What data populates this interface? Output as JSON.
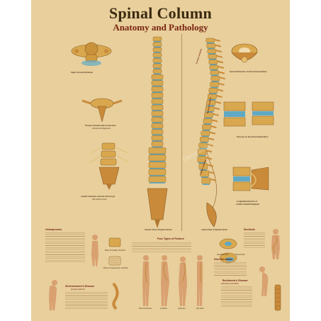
{
  "poster": {
    "title": "Spinal Column",
    "subtitle": "Anatomy and Pathology",
    "watermark": "Decoration"
  },
  "captions": {
    "upper_cervical": "Upper Cervical Vertebrae",
    "horizontal_section": "Horizontal Section of 4th Cervical Vertebra",
    "thoracic_joint": "Thoracic Vertebra with Costal Joint",
    "thoracic_joint_sub": "left side with ligaments",
    "pressure": "Pressure on the Intervertebral Discs",
    "lumbar_sacrum": "Lumbar Vertebrae, Sacrum and Coccyx",
    "lumbar_sacrum_sub": "with spinal nerves",
    "longitudinal": "Longitudinal Section of",
    "longitudinal_2": "Lumbar Vertebral Segment",
    "anterior": "Anterior View of Spinal Column",
    "lateral": "Lateral View of Spinal Column",
    "healthy": "Body of Healthy Vertebra",
    "osteoporotic": "Body of Osteoporotic Vertebra",
    "herniated": "Herniated disc",
    "normal_disc": "Normal disc",
    "postures": [
      "Normal Posture",
      "Lordosis",
      "Kyphosis",
      "Flat back"
    ]
  },
  "sections": {
    "osteoporosis": "Osteoporosis",
    "four_types": "Four Types of Posture",
    "scoliosis": "Scoliosis",
    "disc_herniation": "Disc Herniation",
    "scheuermann": "Scheuermann's Disease",
    "scheuermann_sub": "(juvenile kyphosis)",
    "bechterew": "Bechterew's Disease",
    "bechterew_sub": "(ankylosing spondylitis)"
  },
  "region_labels": {
    "cervical": "Cervical Vertebrae",
    "thoracic": "Thoracic Vertebrae",
    "lumbar": "Lumbar Vertebrae"
  },
  "colors": {
    "paper": "#e8cf9c",
    "bone": "#d9a84e",
    "disc": "#5fa9c4",
    "title": "#3a2a10",
    "accent": "#7a2410"
  }
}
